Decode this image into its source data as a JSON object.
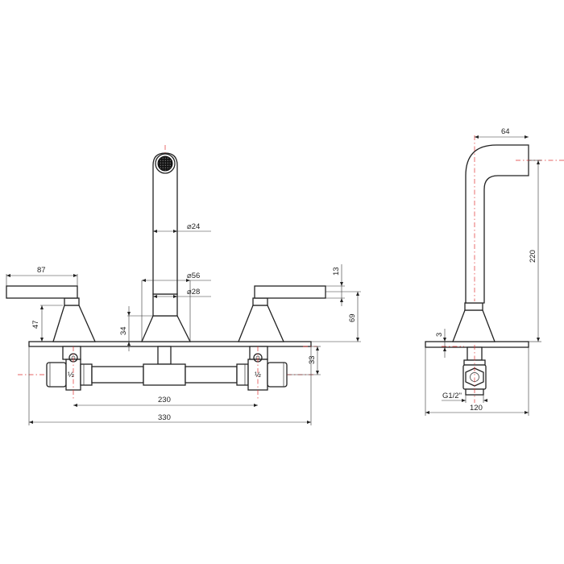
{
  "front_view": {
    "dimensions": {
      "handle_length": "87",
      "body_height": "47",
      "spout_tube_dia": "⌀24",
      "spout_base_dia": "⌀56",
      "spout_neck_dia": "⌀28",
      "spout_base_height": "34",
      "handle_thickness": "13",
      "handle_total_height": "69",
      "deck_to_inlet": "33",
      "inlet_spacing": "230",
      "overall_width": "330"
    },
    "inlet_marks": {
      "left": "½",
      "right": "½"
    }
  },
  "side_view": {
    "dimensions": {
      "spout_reach": "64",
      "spout_height": "220",
      "deck_thickness": "3",
      "thread": "G1/2\"",
      "base_depth": "120"
    }
  }
}
